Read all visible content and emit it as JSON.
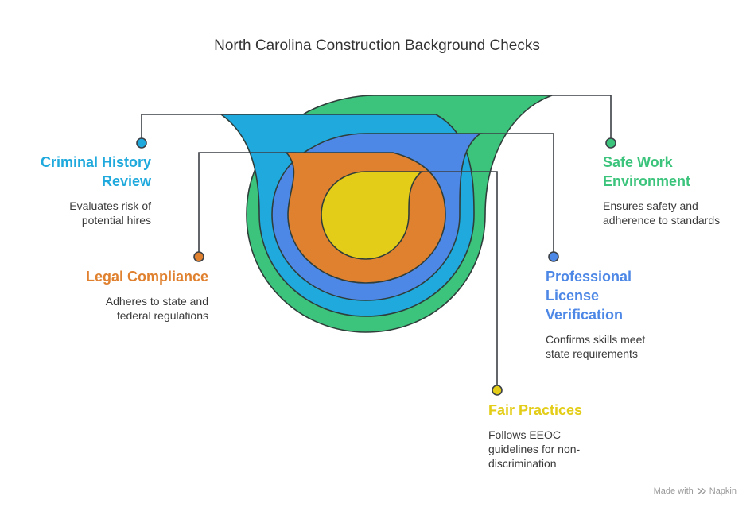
{
  "title": "North Carolina Construction Background Checks",
  "items": [
    {
      "heading": "Criminal History Review",
      "heading_l1": "Criminal History",
      "heading_l2": "Review",
      "desc_l1": "Evaluates risk of",
      "desc_l2": "potential hires",
      "color": "#1FA9DC"
    },
    {
      "heading_l1": "Legal Compliance",
      "desc_l1": "Adheres to state and",
      "desc_l2": "federal regulations",
      "color": "#E0812F"
    },
    {
      "heading_l1": "Safe Work",
      "heading_l2": "Environment",
      "desc_l1": "Ensures safety and",
      "desc_l2": "adherence to standards",
      "color": "#3CC47C"
    },
    {
      "heading_l1": "Professional",
      "heading_l2": "License",
      "heading_l3": "Verification",
      "desc_l1": "Confirms skills meet",
      "desc_l2": "state requirements",
      "color": "#4E88E6"
    },
    {
      "heading_l1": "Fair Practices",
      "desc_l1": "Follows EEOC",
      "desc_l2": "guidelines for non-",
      "desc_l3": "discrimination",
      "color": "#E3CD18"
    }
  ],
  "credit": {
    "made_with": "Made with",
    "brand": "Napkin"
  }
}
